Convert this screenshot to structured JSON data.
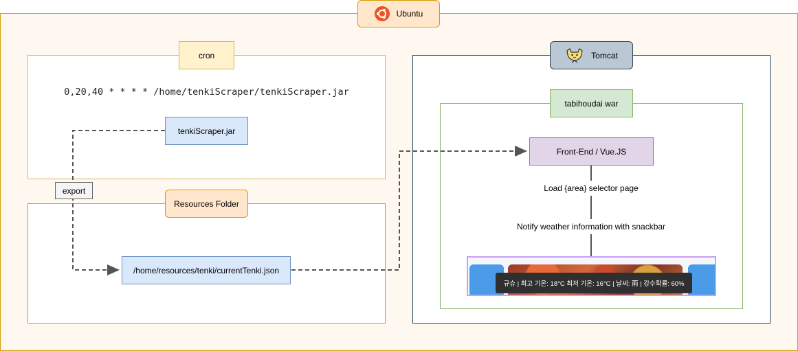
{
  "ubuntu": {
    "title": "Ubuntu",
    "icon": "ubuntu-logo-icon"
  },
  "cron": {
    "title": "cron",
    "schedule": "0,20,40 * * * * /home/tenkiScraper/tenkiScraper.jar",
    "jar": "tenkiScraper.jar"
  },
  "export_label": "export",
  "resources": {
    "title": "Resources Folder",
    "file": "/home/resources/tenki/currentTenki.json"
  },
  "tomcat": {
    "title": "Tomcat",
    "icon": "tomcat-cat-icon"
  },
  "war": {
    "title": "tabihoudai war",
    "frontend": "Front-End / Vue.JS",
    "step1": "Load {area} selector page",
    "step2": "Notify weather information with snackbar",
    "snackbar": "규슈 | 최고 기온: 18°C 최저 기온: 16°C | 날씨: 雨 | 강수확률: 60%"
  },
  "colors": {
    "ubuntu_frame": "#d79b00",
    "ubuntu_bg": "#fff8f0",
    "cron_label_bg": "#fff2cc",
    "blue_box": "#dae8fc",
    "blue_border": "#6c8ebf",
    "orange_label": "#ffe6cc",
    "tomcat_label": "#bac8d3",
    "green_border": "#82b366",
    "green_label": "#d5e8d4",
    "purple_box": "#e1d5e7",
    "purple_border": "#9673a6"
  }
}
